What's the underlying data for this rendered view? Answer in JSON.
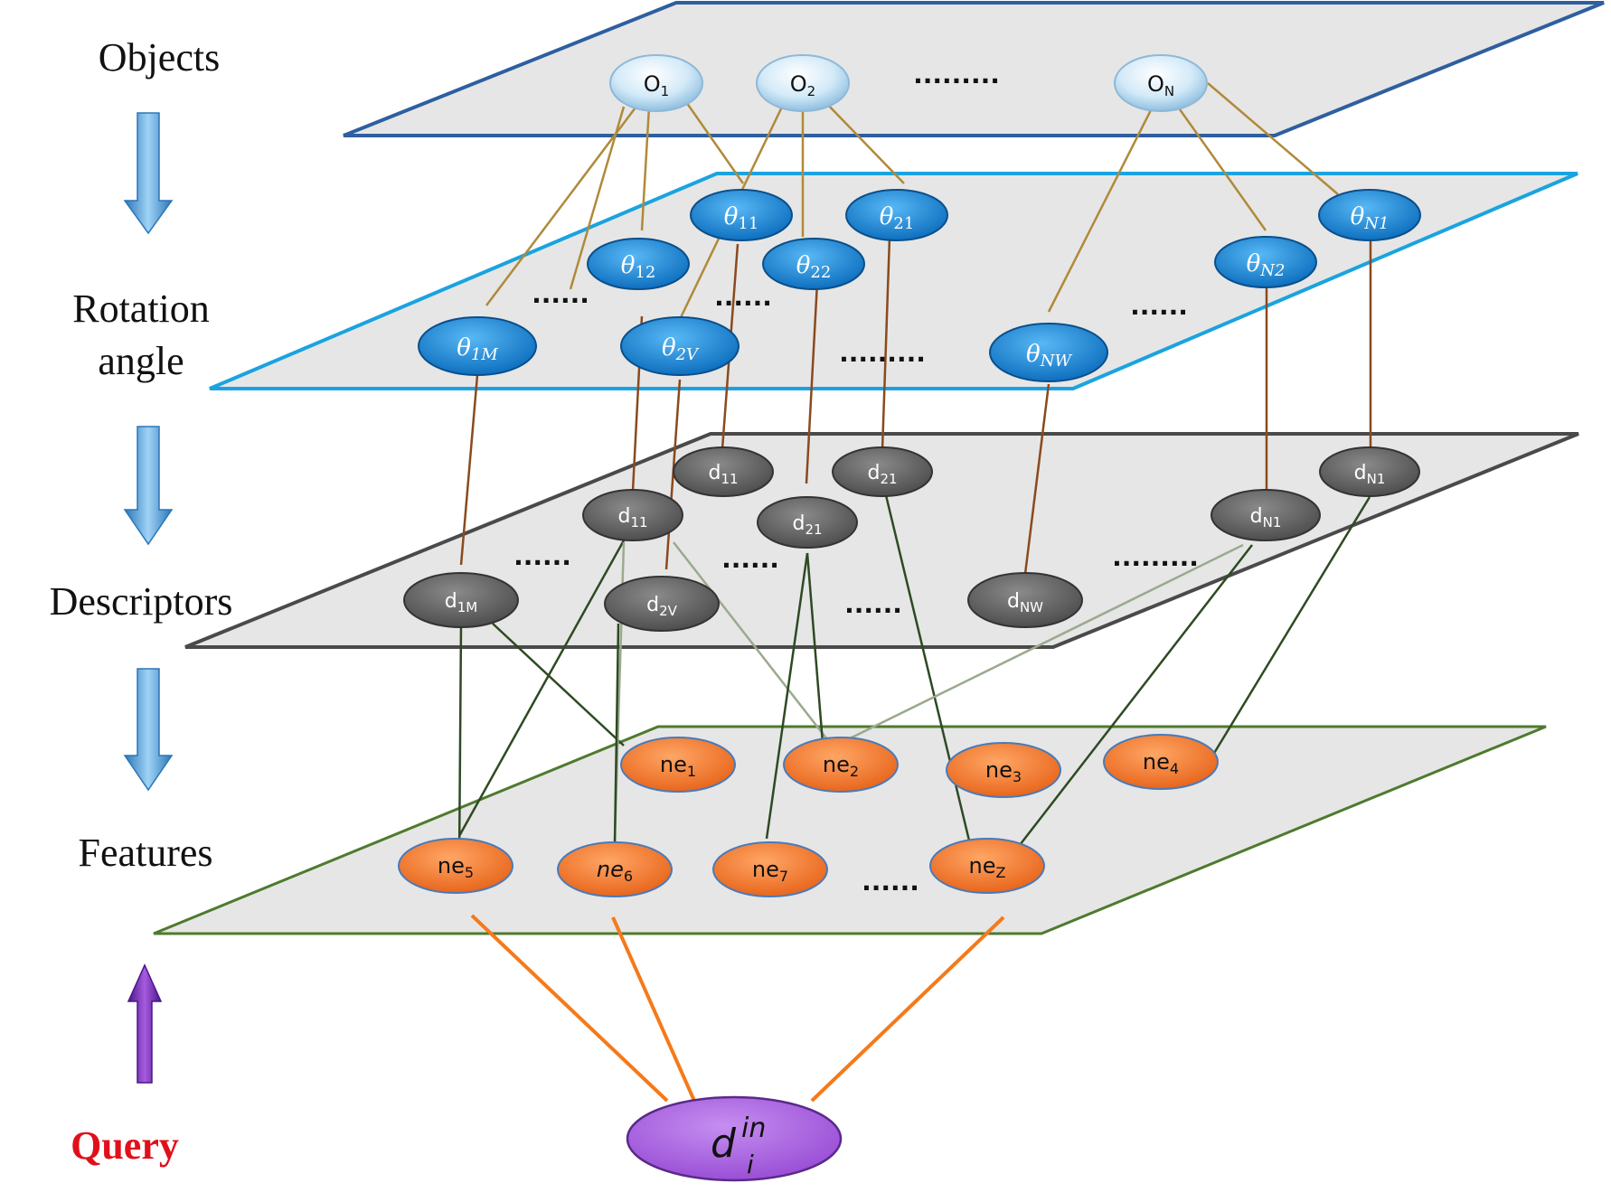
{
  "labels": {
    "objects": "Objects",
    "rotation_line1": "Rotation",
    "rotation_line2": "angle",
    "descriptors": "Descriptors",
    "features": "Features",
    "query": "Query"
  },
  "objects": [
    {
      "base": "O",
      "sub": "1"
    },
    {
      "base": "O",
      "sub": "2"
    },
    {
      "base": "O",
      "sub": "N"
    }
  ],
  "angles": [
    {
      "base": "θ",
      "sub": "11"
    },
    {
      "base": "θ",
      "sub": "21"
    },
    {
      "base": "θ",
      "sub": "N1"
    },
    {
      "base": "θ",
      "sub": "12"
    },
    {
      "base": "θ",
      "sub": "22"
    },
    {
      "base": "θ",
      "sub": "N2"
    },
    {
      "base": "θ",
      "sub": "1M"
    },
    {
      "base": "θ",
      "sub": "2V"
    },
    {
      "base": "θ",
      "sub": "NW"
    }
  ],
  "descriptors": [
    {
      "base": "d",
      "sub": "11"
    },
    {
      "base": "d",
      "sub": "21"
    },
    {
      "base": "d",
      "sub": "N1"
    },
    {
      "base": "d",
      "sub": "11"
    },
    {
      "base": "d",
      "sub": "21"
    },
    {
      "base": "d",
      "sub": "N1"
    },
    {
      "base": "d",
      "sub": "1M"
    },
    {
      "base": "d",
      "sub": "2V"
    },
    {
      "base": "d",
      "sub": "NW"
    }
  ],
  "features": [
    {
      "base": "ne",
      "sub": "1"
    },
    {
      "base": "ne",
      "sub": "2"
    },
    {
      "base": "ne",
      "sub": "3"
    },
    {
      "base": "ne",
      "sub": "4"
    },
    {
      "base": "ne",
      "sub": "5"
    },
    {
      "base": "ne",
      "sub": "6"
    },
    {
      "base": "ne",
      "sub": "7"
    },
    {
      "base": "ne",
      "sub": "Z"
    }
  ],
  "query_node": {
    "base": "d",
    "sub": "i",
    "sup": "in"
  },
  "ellipsis": ".........",
  "ellipsis_short": "......",
  "colors": {
    "objects_plane_border": "#2e5f9e",
    "angle_plane_border": "#1aa3e0",
    "descriptor_plane_border": "#4a4a4a",
    "feature_plane_border": "#4e7a2e",
    "plane_fill": "#e6e6e6",
    "object_node": "#d6ecf7",
    "angle_node": "#1e8fe0",
    "descriptor_node": "#6b6b6b",
    "feature_node": "#f5833a",
    "query_node": "#b066e0",
    "down_arrow": "#4aa3e0",
    "up_arrow": "#7a2ac4",
    "query_edge": "#f57a1a"
  }
}
